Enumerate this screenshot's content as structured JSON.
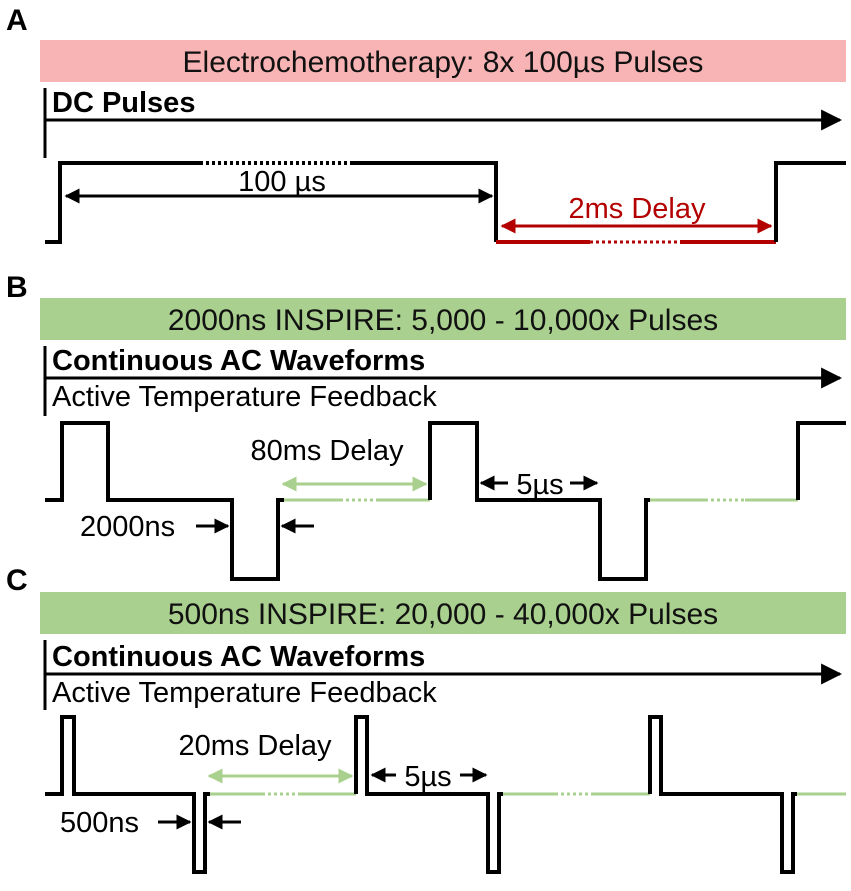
{
  "colors": {
    "banner_a": "#f8b4b4",
    "banner_bc": "#a9d08e",
    "delay_red": "#b30000",
    "delay_green": "#a9d08e",
    "wave": "#000000"
  },
  "panel_a": {
    "letter": "A",
    "banner": "Electrochemotherapy: 8x 100µs Pulses",
    "heading": "DC Pulses",
    "pulse_label": "100 µs",
    "delay_label": "2ms Delay"
  },
  "panel_b": {
    "letter": "B",
    "banner": "2000ns INSPIRE: 5,000 - 10,000x Pulses",
    "heading": "Continuous AC Waveforms",
    "subheading": "Active Temperature Feedback",
    "delay_label": "80ms Delay",
    "gap_label": "5µs",
    "pulse_label": "2000ns"
  },
  "panel_c": {
    "letter": "C",
    "banner": "500ns INSPIRE: 20,000 - 40,000x Pulses",
    "heading": "Continuous AC Waveforms",
    "subheading": "Active Temperature Feedback",
    "delay_label": "20ms Delay",
    "gap_label": "5µs",
    "pulse_label": "500ns"
  }
}
